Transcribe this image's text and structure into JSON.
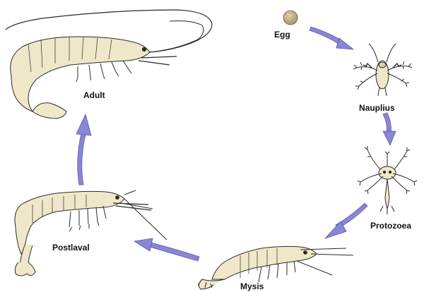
{
  "diagram": {
    "stages": [
      {
        "id": "egg",
        "label": "Egg"
      },
      {
        "id": "nauplius",
        "label": "Nauplius"
      },
      {
        "id": "protozoea",
        "label": "Protozoea"
      },
      {
        "id": "mysis",
        "label": "Mysis"
      },
      {
        "id": "postlarval",
        "label": "Postlaval"
      },
      {
        "id": "adult",
        "label": "Adult"
      }
    ],
    "sequence": [
      "egg",
      "nauplius",
      "protozoea",
      "mysis",
      "postlarval",
      "adult"
    ],
    "colors": {
      "arrow": "#8a86d6",
      "arrow_outline": "#5b57a8",
      "body_fill": "#efe8c8",
      "outline": "#2a2a2a",
      "egg": "#b7a57a",
      "text": "#111111"
    }
  }
}
